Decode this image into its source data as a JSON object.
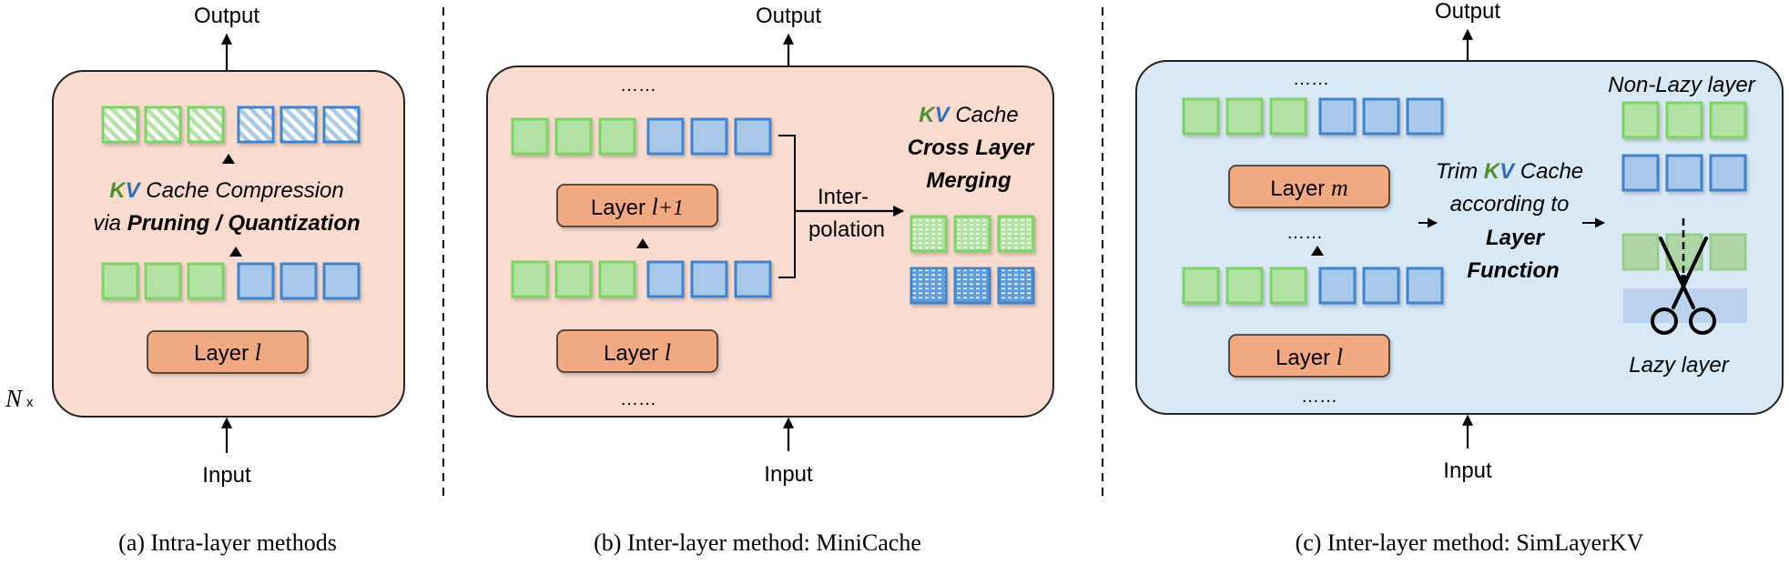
{
  "panel_a": {
    "output": "Output",
    "input": "Input",
    "compression_line1_kv_k": "K",
    "compression_line1_kv_v": "V",
    "compression_line1_rest": " Cache Compression",
    "compression_line2_prefix": "via ",
    "compression_line2_bold": "Pruning / Quantization",
    "layer_prefix": "Layer ",
    "layer_var": "l",
    "repeat_var": "N",
    "repeat_mult": "x",
    "caption": "(a) Intra-layer methods"
  },
  "panel_b": {
    "output": "Output",
    "input": "Input",
    "ellipsis_top": "……",
    "ellipsis_bottom": "……",
    "layer_upper_prefix": "Layer ",
    "layer_upper_var": "l",
    "layer_upper_suffix": "+1",
    "layer_lower_prefix": "Layer ",
    "layer_lower_var": "l",
    "interp_line1": "Inter-",
    "interp_line2": "polation",
    "merge_kv_k": "K",
    "merge_kv_v": "V",
    "merge_cache": " Cache",
    "merge_line2": "Cross Layer",
    "merge_line3": "Merging",
    "caption": "(b) Inter-layer method: MiniCache"
  },
  "panel_c": {
    "output": "Output",
    "input": "Input",
    "ellipsis_top": "……",
    "ellipsis_mid": "……",
    "ellipsis_bottom": "……",
    "layer_m_prefix": "Layer ",
    "layer_m_var": "m",
    "layer_l_prefix": "Layer ",
    "layer_l_var": "l",
    "trim_prefix": "Trim ",
    "trim_kv_k": "K",
    "trim_kv_v": "V",
    "trim_suffix": " Cache",
    "trim_line2": "according to",
    "trim_line3": "Layer",
    "trim_line4": "Function",
    "nonlazy_label": "Non-Lazy layer",
    "lazy_label": "Lazy layer",
    "caption": "(c) Inter-layer method: SimLayerKV"
  },
  "colors": {
    "green_fill": "#b3e3a4",
    "green_border": "#7ed266",
    "blue_fill": "#a8c9ec",
    "blue_border": "#3f84cd",
    "layer_fill": "#f1a982",
    "layer_border": "#4a3a33",
    "panel_ab_fill": "#f9dccf",
    "panel_c_fill": "#d9e8f5",
    "kv_green": "#4f8e2d",
    "kv_blue": "#2f6fb5"
  }
}
